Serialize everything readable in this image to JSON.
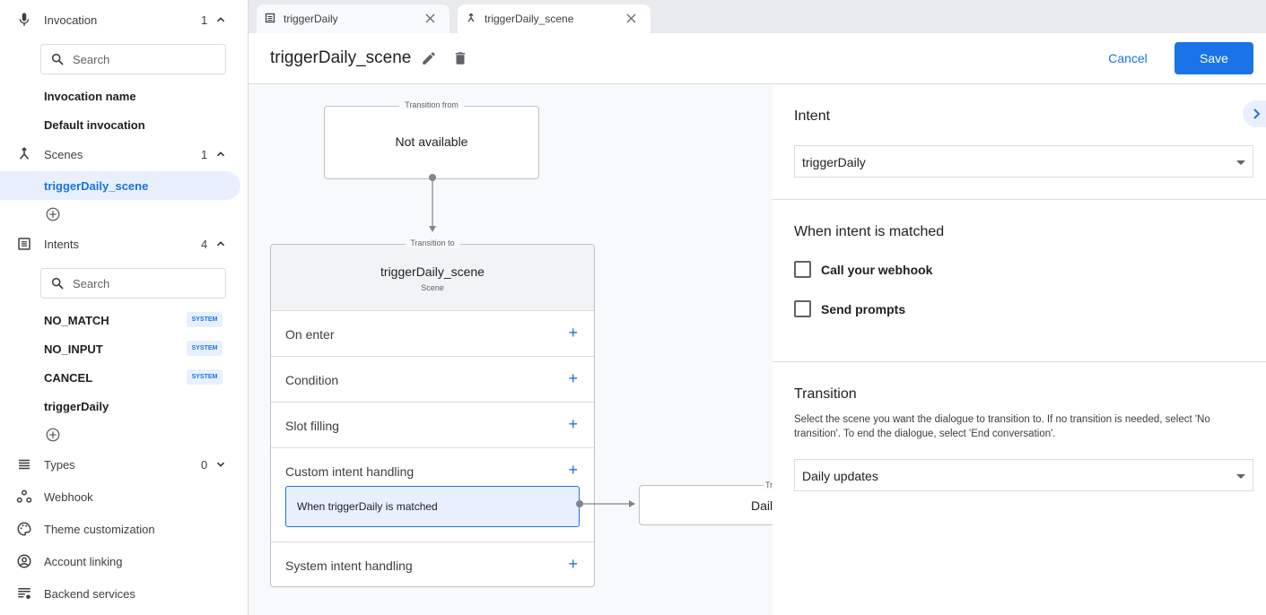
{
  "sidebar": {
    "invocation": {
      "label": "Invocation",
      "count": "1",
      "search_placeholder": "Search",
      "items": [
        "Invocation name",
        "Default invocation"
      ]
    },
    "scenes": {
      "label": "Scenes",
      "count": "1",
      "items": [
        "triggerDaily_scene"
      ]
    },
    "intents": {
      "label": "Intents",
      "count": "4",
      "search_placeholder": "Search",
      "items": [
        {
          "label": "NO_MATCH",
          "badge": "SYSTEM"
        },
        {
          "label": "NO_INPUT",
          "badge": "SYSTEM"
        },
        {
          "label": "CANCEL",
          "badge": "SYSTEM"
        },
        {
          "label": "triggerDaily",
          "badge": ""
        }
      ]
    },
    "types": {
      "label": "Types",
      "count": "0"
    },
    "webhook": "Webhook",
    "theme": "Theme customization",
    "account": "Account linking",
    "backend": "Backend services"
  },
  "tabs": [
    {
      "label": "triggerDaily",
      "icon": "intent-icon"
    },
    {
      "label": "triggerDaily_scene",
      "icon": "scene-icon",
      "active": true
    }
  ],
  "header": {
    "title": "triggerDaily_scene",
    "cancel": "Cancel",
    "save": "Save"
  },
  "canvas": {
    "from_legend": "Transition from",
    "from_value": "Not available",
    "to_legend": "Transition to",
    "scene_name": "triggerDaily_scene",
    "scene_sub": "Scene",
    "rows": [
      "On enter",
      "Condition",
      "Slot filling",
      "Custom intent handling",
      "System intent handling"
    ],
    "matched": "When triggerDaily is matched",
    "target_legend": "Tr",
    "target_value": "Dail"
  },
  "panel": {
    "intent_heading": "Intent",
    "intent_value": "triggerDaily",
    "matched_heading": "When intent is matched",
    "cb_webhook": "Call your webhook",
    "cb_prompts": "Send prompts",
    "transition_heading": "Transition",
    "transition_desc": "Select the scene you want the dialogue to transition to. If no transition is needed, select 'No transition'. To end the dialogue, select 'End conversation'.",
    "transition_value": "Daily updates"
  },
  "colors": {
    "accent": "#1a73e8",
    "selected_bg": "#e8f0fe",
    "canvas_bg": "#f8f9fa"
  }
}
